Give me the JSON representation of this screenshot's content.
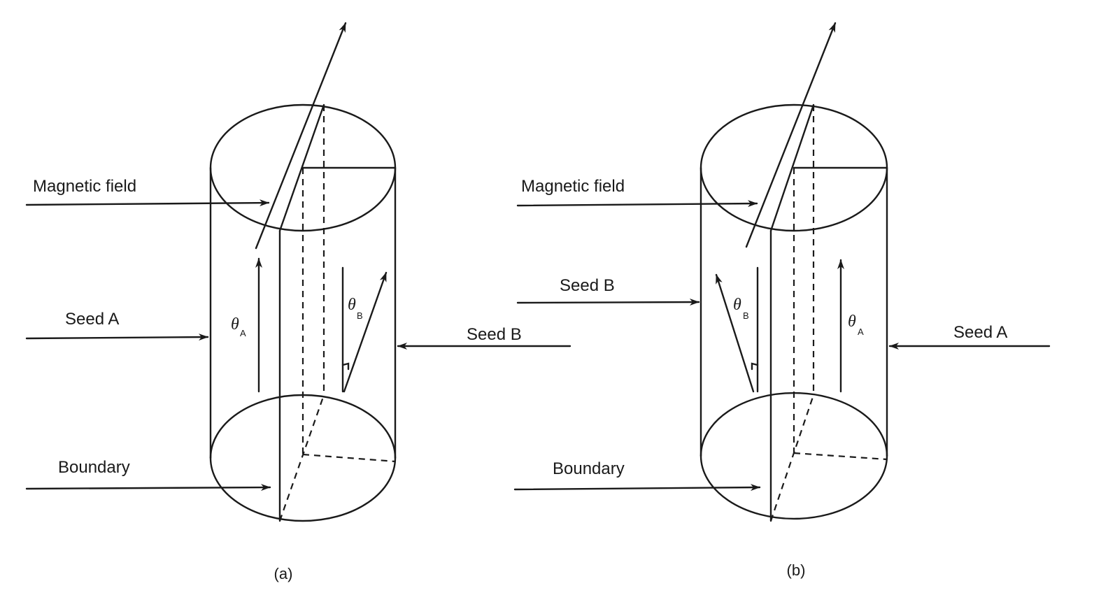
{
  "panel_a": {
    "caption": "(a)",
    "labels": {
      "magnetic_field": "Magnetic field",
      "seed_left": "Seed A",
      "seed_right": "Seed B",
      "boundary": "Boundary"
    },
    "theta_left": {
      "symbol": "θ",
      "sub": "A"
    },
    "theta_right": {
      "symbol": "θ",
      "sub": "B"
    }
  },
  "panel_b": {
    "caption": "(b)",
    "labels": {
      "magnetic_field": "Magnetic field",
      "seed_left": "Seed B",
      "seed_right": "Seed A",
      "boundary": "Boundary"
    },
    "theta_left": {
      "symbol": "θ",
      "sub": "B"
    },
    "theta_right": {
      "symbol": "θ",
      "sub": "A"
    }
  }
}
